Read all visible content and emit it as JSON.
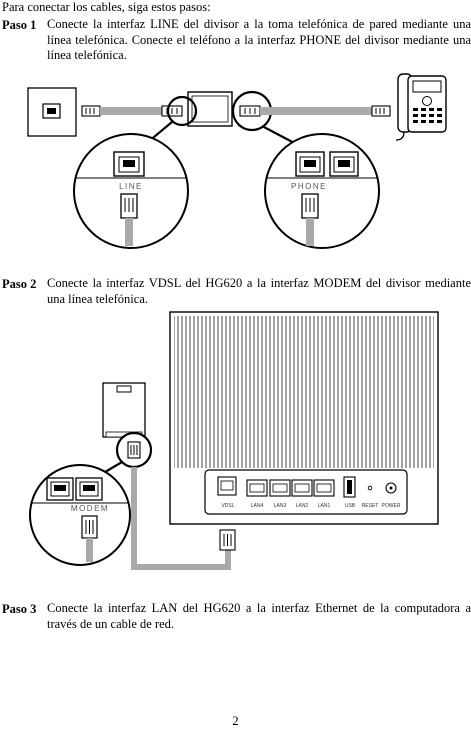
{
  "intro": "Para conectar los cables, siga estos pasos:",
  "steps": [
    {
      "label": "Paso 1",
      "text": "Conecte la interfaz LINE del divisor a la toma telefónica de pared mediante una línea telefónica. Conecte el teléfono a la interfaz PHONE del divisor mediante una línea telefónica."
    },
    {
      "label": "Paso 2",
      "text": "Conecte la interfaz VDSL del HG620 a la interfaz MODEM del divisor mediante una línea telefónica."
    },
    {
      "label": "Paso 3",
      "text": "Conecte la interfaz LAN del HG620 a la interfaz Ethernet de la computadora a través de un cable de red."
    }
  ],
  "figure1": {
    "line_label": "LINE",
    "phone_label": "PHONE",
    "icons": [
      "wall-jack-icon",
      "splitter-icon",
      "telephone-icon",
      "rj11-plug-icon"
    ]
  },
  "figure2": {
    "modem_label": "MODEM",
    "port_labels": [
      "VDSL",
      "LAN4",
      "LAN3",
      "LAN2",
      "LAN1",
      "USB",
      "RESET",
      "POWER"
    ],
    "icons": [
      "router-icon",
      "splitter-icon",
      "rj11-plug-icon"
    ]
  },
  "page_number": "2"
}
